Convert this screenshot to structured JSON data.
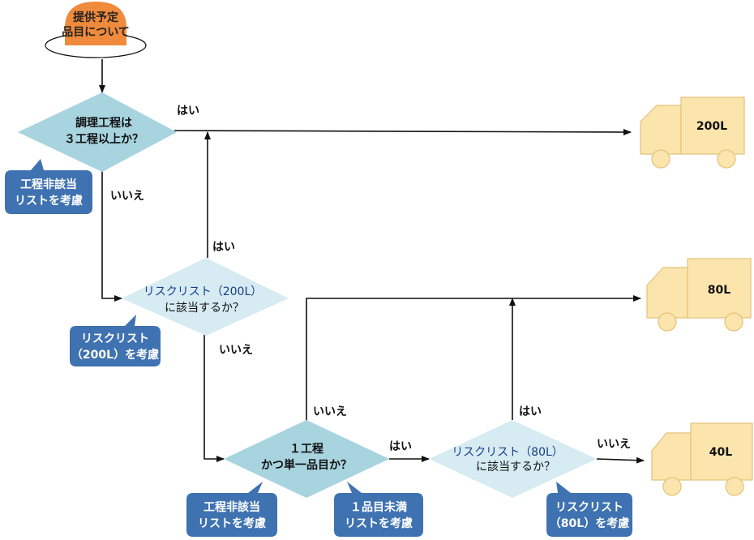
{
  "start": {
    "lines": [
      "提供予定",
      "品目について"
    ]
  },
  "decisions": {
    "d1": {
      "lines": [
        "調理工程は",
        "３工程以上か？"
      ]
    },
    "d2": {
      "lines": [
        "リスクリスト（200L）",
        "に該当するか？"
      ]
    },
    "d3": {
      "lines": [
        "１工程",
        "かつ単一品目か？"
      ]
    },
    "d4": {
      "lines": [
        "リスクリスト（80L）",
        "に該当するか？"
      ]
    }
  },
  "callouts": {
    "c1": {
      "lines": [
        "工程非該当",
        "リストを考慮"
      ]
    },
    "c2": {
      "lines": [
        "リスクリスト",
        "（200L）を考慮"
      ]
    },
    "c3": {
      "lines": [
        "工程非該当",
        "リストを考慮"
      ]
    },
    "c4": {
      "lines": [
        "１品目未満",
        "リストを考慮"
      ]
    },
    "c5": {
      "lines": [
        "リスクリスト",
        "（80L）を考慮"
      ]
    }
  },
  "trucks": {
    "t200": {
      "label": "200L"
    },
    "t80": {
      "label": "80L"
    },
    "t40": {
      "label": "40L"
    }
  },
  "edge_labels": {
    "d1_yes": "はい",
    "d1_no": "いいえ",
    "d2_yes": "はい",
    "d2_no": "いいえ",
    "d3_no": "いいえ",
    "d3_yes": "はい",
    "d4_yes": "はい",
    "d4_no": "いいえ"
  },
  "colors": {
    "start_fill": "#f08a3c",
    "diamond_fill": "#a8d4e0",
    "callout_fill": "#3f72b0",
    "truck_fill": "#fbe5ad"
  }
}
